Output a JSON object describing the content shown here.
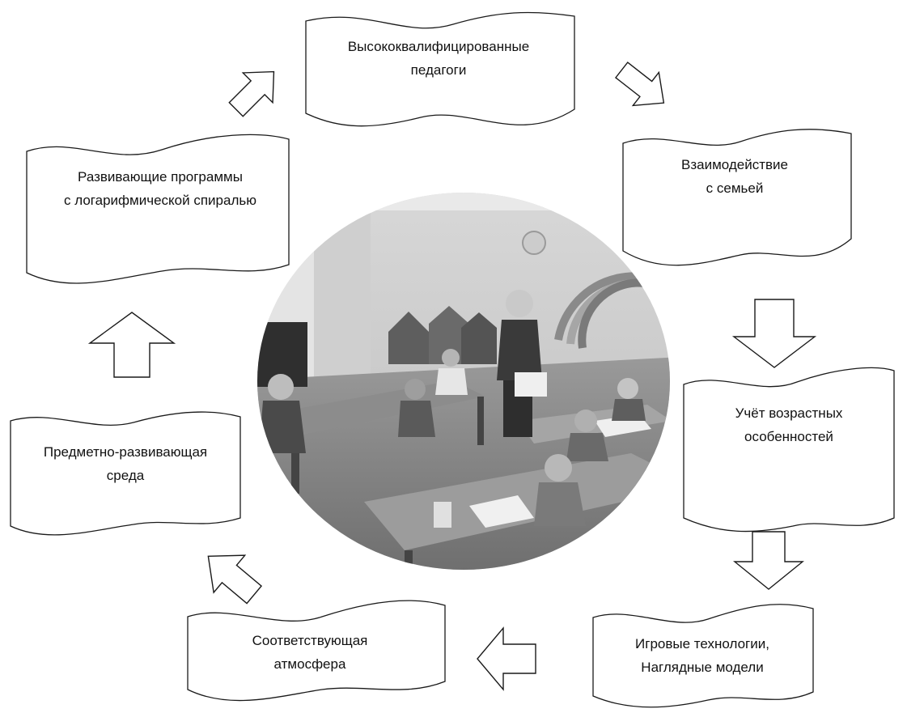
{
  "diagram": {
    "center_photo": {
      "description_icon": "classroom-photo",
      "tone": "grayscale"
    },
    "nodes": [
      {
        "id": "teachers",
        "lines": [
          "Высококвалифицированные",
          "педагоги"
        ]
      },
      {
        "id": "family",
        "lines": [
          "Взаимодействие",
          "с семьей"
        ]
      },
      {
        "id": "age",
        "lines": [
          "Учёт возрастных",
          "особенностей"
        ]
      },
      {
        "id": "game",
        "lines": [
          "Игровые технологии,",
          "Наглядные модели"
        ]
      },
      {
        "id": "atmosphere",
        "lines": [
          "Соответствующая",
          "атмосфера"
        ]
      },
      {
        "id": "environment",
        "lines": [
          "Предметно-развивающая",
          "среда"
        ]
      },
      {
        "id": "programs",
        "lines": [
          "Развивающие программы",
          "с логарифмической спиралью"
        ]
      }
    ],
    "flow": [
      "teachers",
      "family",
      "age",
      "game",
      "atmosphere",
      "environment",
      "programs",
      "teachers"
    ],
    "arrow_icon": "outline-block-arrow",
    "colors": {
      "stroke": "#1a1a1a",
      "background": "#ffffff",
      "text": "#111111"
    }
  }
}
